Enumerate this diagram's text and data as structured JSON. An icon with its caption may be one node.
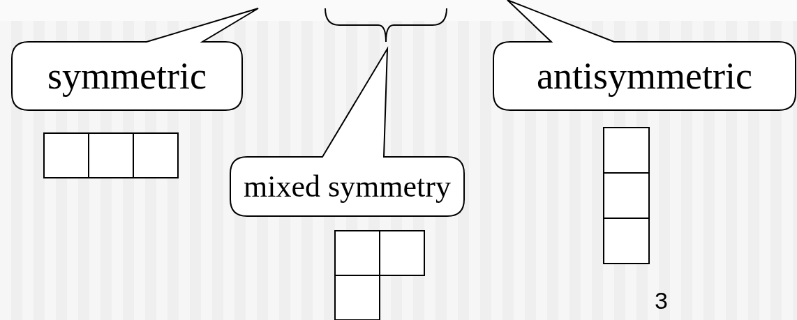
{
  "diagram": {
    "nodes": [
      {
        "text": [
          "symmetric"
        ]
      },
      {
        "text": [
          "antisymmetric"
        ]
      },
      {
        "text": [
          "mixed symmetry"
        ]
      }
    ],
    "labels": [
      "3"
    ]
  }
}
